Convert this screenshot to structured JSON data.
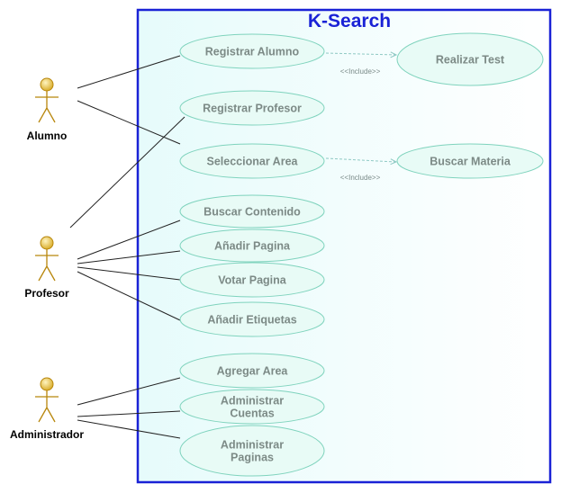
{
  "system": {
    "title": "K-Search",
    "border_color": "#1a22d6",
    "title_color": "#1a22d6"
  },
  "colors": {
    "usecase_fill": "#e8fbf6",
    "usecase_stroke": "#7fd3bd",
    "usecase_text": "#7c8a86",
    "actor_fill": "#f0d060",
    "actor_stroke": "#b8860b"
  },
  "actors": [
    {
      "id": "alumno",
      "label": "Alumno"
    },
    {
      "id": "profesor",
      "label": "Profesor"
    },
    {
      "id": "administrador",
      "label": "Administrador"
    }
  ],
  "use_cases": [
    {
      "id": "registrar-alumno",
      "lines": [
        "Registrar Alumno"
      ]
    },
    {
      "id": "realizar-test",
      "lines": [
        "Realizar Test"
      ]
    },
    {
      "id": "registrar-profesor",
      "lines": [
        "Registrar Profesor"
      ]
    },
    {
      "id": "seleccionar-area",
      "lines": [
        "Seleccionar Area"
      ]
    },
    {
      "id": "buscar-materia",
      "lines": [
        "Buscar Materia"
      ]
    },
    {
      "id": "buscar-contenido",
      "lines": [
        "Buscar Contenido"
      ]
    },
    {
      "id": "anadir-pagina",
      "lines": [
        "Añadir Pagina"
      ]
    },
    {
      "id": "votar-pagina",
      "lines": [
        "Votar Pagina"
      ]
    },
    {
      "id": "anadir-etiquetas",
      "lines": [
        "Añadir Etiquetas"
      ]
    },
    {
      "id": "agregar-area",
      "lines": [
        "Agregar Area"
      ]
    },
    {
      "id": "administrar-cuentas",
      "lines": [
        "Administrar",
        "Cuentas"
      ]
    },
    {
      "id": "administrar-paginas",
      "lines": [
        "Administrar",
        "Paginas"
      ]
    }
  ],
  "associations": [
    {
      "actor": "alumno",
      "use_case": "registrar-alumno"
    },
    {
      "actor": "alumno",
      "use_case": "seleccionar-area"
    },
    {
      "actor": "profesor",
      "use_case": "registrar-profesor"
    },
    {
      "actor": "profesor",
      "use_case": "buscar-contenido"
    },
    {
      "actor": "profesor",
      "use_case": "anadir-pagina"
    },
    {
      "actor": "profesor",
      "use_case": "votar-pagina"
    },
    {
      "actor": "profesor",
      "use_case": "anadir-etiquetas"
    },
    {
      "actor": "administrador",
      "use_case": "agregar-area"
    },
    {
      "actor": "administrador",
      "use_case": "administrar-cuentas"
    },
    {
      "actor": "administrador",
      "use_case": "administrar-paginas"
    }
  ],
  "includes": [
    {
      "from": "registrar-alumno",
      "to": "realizar-test",
      "label": "<<Include>>"
    },
    {
      "from": "seleccionar-area",
      "to": "buscar-materia",
      "label": "<<Include>>"
    }
  ]
}
